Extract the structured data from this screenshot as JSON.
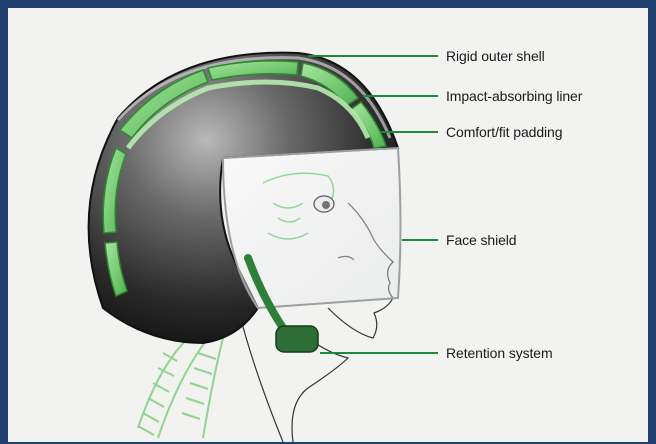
{
  "colors": {
    "frame": "#1f3f6e",
    "background": "#f2f2f1",
    "liner_green": "#6dc76d",
    "leader_line": "#1f8a3a",
    "shell_dark": "#1e1e1e"
  },
  "labels": {
    "outer_shell": "Rigid outer shell",
    "liner": "Impact-absorbing liner",
    "padding": "Comfort/fit padding",
    "face_shield": "Face shield",
    "retention": "Retention system"
  }
}
